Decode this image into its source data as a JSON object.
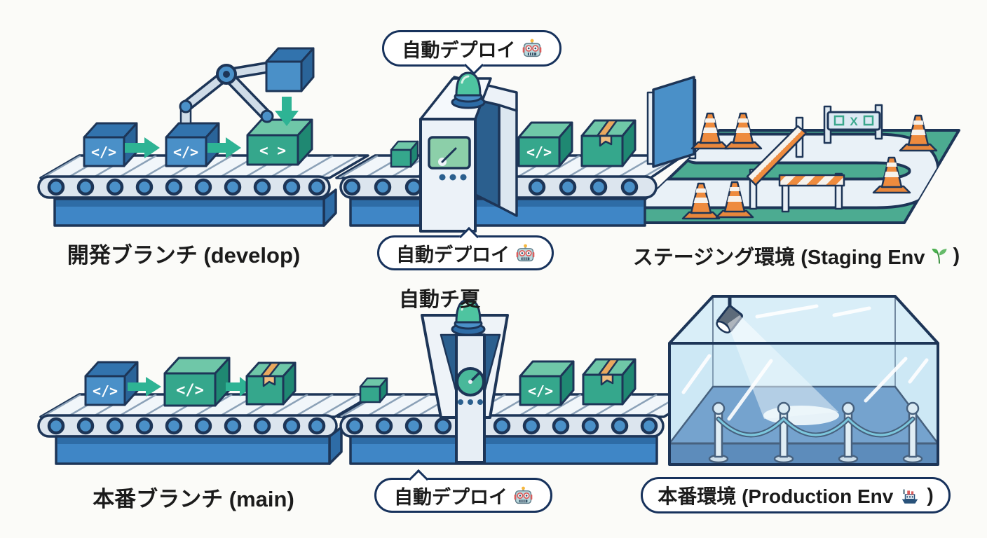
{
  "colors": {
    "outline_navy": "#1d3557",
    "box_blue": "#4a90c8",
    "box_teal": "#35a78c",
    "arrow_green": "#2eb394",
    "conveyor_base_blue": "#3f86c6",
    "staging_ground_green": "#4cab91",
    "traffic_cone_orange": "#ee8b3e",
    "glass_case_blue": "#cdeaf6",
    "production_floor_blue": "#5a8cc2",
    "bubble_border_navy": "#17325c",
    "text_black": "#1b1b1b"
  },
  "top_row": {
    "auto_deploy_bubble_top": {
      "label": "自動デプロイ",
      "icon": "robot-emoji"
    },
    "develop_branch_label": "開発ブランチ (develop)",
    "auto_deploy_bubble_gate": {
      "label": "自動デプロイ",
      "icon": "robot-emoji"
    },
    "staging_label": {
      "text": "ステージング環境 (Staging Env",
      "icon": "seedling-emoji",
      "closing": ")"
    },
    "staging_gate_sign": "X"
  },
  "bottom_row": {
    "gate_caption": "自動チ夏",
    "main_branch_label": "本番ブランチ (main)",
    "auto_deploy_bubble": {
      "label": "自動デプロイ",
      "icon": "robot-emoji"
    },
    "production_label": {
      "text": "本番環境 (Production Env",
      "icon": "ship-emoji",
      "closing": ")"
    }
  },
  "graphics": {
    "code_symbol": "</>",
    "code_symbol_spaced": "< >"
  }
}
